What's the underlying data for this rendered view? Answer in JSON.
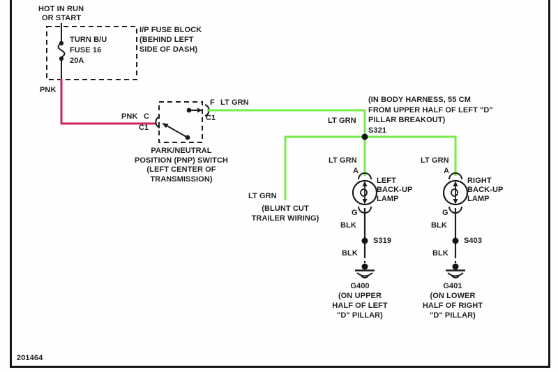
{
  "page": {
    "id": "201464"
  },
  "colors": {
    "pnk": "#cf2455",
    "lt_grn": "#76ed4a",
    "ink": "#1c1c1c"
  },
  "power": {
    "hot1": "HOT IN RUN",
    "hot2": "OR START",
    "fuse_name": "TURN B/U",
    "fuse_num": "FUSE 16",
    "fuse_amp": "20A",
    "block1": "I/P FUSE BLOCK",
    "block2": "(BEHIND LEFT",
    "block3": "SIDE OF DASH)",
    "wire": "PNK"
  },
  "pnp": {
    "wire_in": "PNK",
    "term_in": "C",
    "conn_in": "C1",
    "term_out": "F",
    "conn_out": "C1",
    "wire_out": "LT GRN",
    "name1": "PARK/NEUTRAL",
    "name2": "POSITION (PNP) SWITCH",
    "name3": "(LEFT CENTER OF",
    "name4": "TRANSMISSION)"
  },
  "splice_s321": {
    "wire": "LT GRN",
    "note1": "(IN BODY HARNESS, 55 CM",
    "note2": "FROM UPPER HALF OF LEFT \"D\"",
    "note3": "PILLAR BREAKOUT)",
    "name": "S321"
  },
  "trailer": {
    "wire": "LT GRN",
    "note1": "(BLUNT CUT",
    "note2": "TRAILER WIRING)"
  },
  "left_lamp": {
    "wire": "LT GRN",
    "term_a": "A",
    "name1": "LEFT",
    "name2": "BACK-UP",
    "name3": "LAMP",
    "term_g": "G",
    "wire_g": "BLK",
    "splice": "S319",
    "wire_g2": "BLK",
    "gnd1": "G400",
    "gnd2": "(ON UPPER",
    "gnd3": "HALF OF LEFT",
    "gnd4": "\"D\" PILLAR)"
  },
  "right_lamp": {
    "wire": "LT GRN",
    "term_a": "A",
    "name1": "RIGHT",
    "name2": "BACK-UP",
    "name3": "LAMP",
    "term_g": "G",
    "wire_g": "BLK",
    "splice": "S403",
    "wire_g2": "BLK",
    "gnd1": "G401",
    "gnd2": "(ON LOWER",
    "gnd3": "HALF OF RIGHT",
    "gnd4": "\"D\" PILLAR)"
  }
}
